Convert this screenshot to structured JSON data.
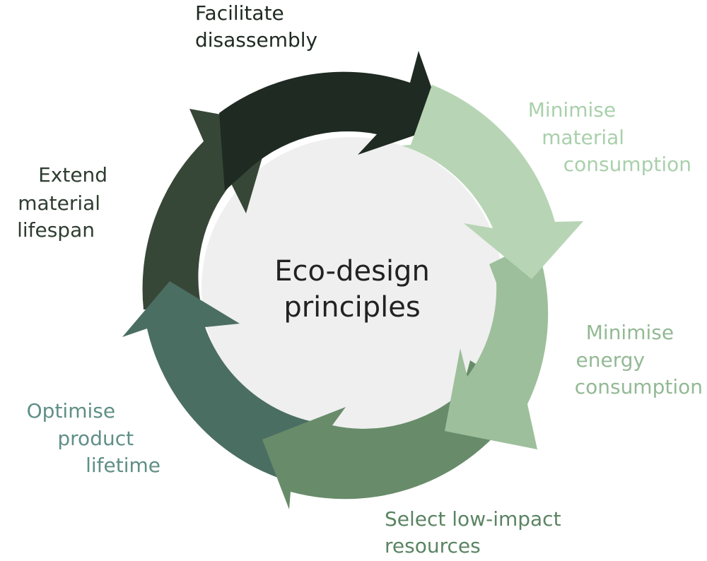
{
  "center": {
    "line1": "Eco-design",
    "line2": "principles"
  },
  "steps": [
    {
      "id": "facilitate-disassembly",
      "lines": [
        "Facilitate",
        "disassembly"
      ],
      "color": "#1e2a22",
      "text_color": "#1e2a22"
    },
    {
      "id": "minimise-material-consumption",
      "lines": [
        "Minimise",
        "material",
        "consumption"
      ],
      "color": "#b7d5b5",
      "text_color": "#a9d0ab"
    },
    {
      "id": "minimise-energy-consumption",
      "lines": [
        "Minimise",
        "energy",
        "consumption"
      ],
      "color": "#9dbf9b",
      "text_color": "#93b994"
    },
    {
      "id": "select-low-impact-resources",
      "lines": [
        "Select low-impact",
        "resources"
      ],
      "color": "#688c6a",
      "text_color": "#5a8463"
    },
    {
      "id": "optimise-product-lifetime",
      "lines": [
        "Optimise",
        "product",
        "lifetime"
      ],
      "color": "#4b6e63",
      "text_color": "#5f8f86"
    },
    {
      "id": "extend-material-lifespan",
      "lines": [
        "Extend",
        "material",
        "lifespan"
      ],
      "color": "#374737",
      "text_color": "#2e3d30"
    }
  ],
  "colors": {
    "center_fill": "#efefef"
  }
}
